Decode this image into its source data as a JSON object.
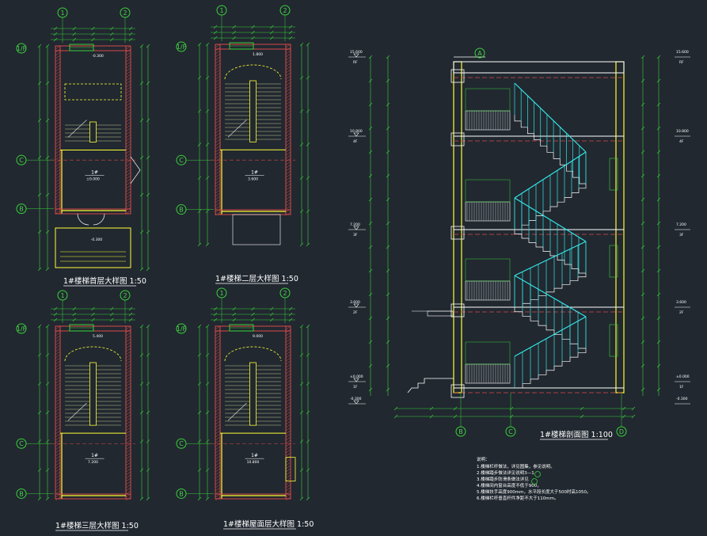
{
  "plans": [
    {
      "id": "p1",
      "title": "1#楼梯首层大样图",
      "scale": "1:50",
      "axis_top": [
        "1",
        "2"
      ],
      "axis_left": [
        "B",
        "C"
      ],
      "room": "1#",
      "elev": "±0.000",
      "elev_lower": "-0.300"
    },
    {
      "id": "p2",
      "title": "1#楼梯二层大样图",
      "scale": "1:50",
      "axis_top": [
        "1",
        "2"
      ],
      "axis_left": [
        "B",
        "C"
      ],
      "room": "1#",
      "elev": "3.600",
      "elev_lower": "1.800"
    },
    {
      "id": "p3",
      "title": "1#楼梯三层大样图",
      "scale": "1:50",
      "axis_top": [
        "1",
        "2"
      ],
      "axis_left": [
        "B",
        "C"
      ],
      "room": "1#",
      "elev": "7.200",
      "elev_lower": "5.400"
    },
    {
      "id": "p4",
      "title": "1#楼梯屋面层大样图",
      "scale": "1:50",
      "axis_top": [
        "1",
        "2"
      ],
      "axis_left": [
        "B",
        "C"
      ],
      "room": "1#",
      "elev": "10.800",
      "elev_lower": "9.000"
    }
  ],
  "section": {
    "title": "1#楼梯剖面图",
    "scale": "1:100",
    "axis_bottom": [
      "B",
      "C",
      "D"
    ],
    "levels": [
      "15.600",
      "10.800",
      "7.200",
      "3.600",
      "±0.000",
      "-0.300"
    ],
    "level_tags": [
      "RF",
      "4F",
      "3F",
      "2F",
      "1F"
    ]
  },
  "notes": {
    "heading": "说明：",
    "lines": [
      "1.楼梯栏杆做法，详见图集，参见说明。",
      "2.楼梯踏步做法详见说明3—1",
      "3.楼梯踏步防滑条做法详见",
      "4.楼梯间内窗台高度不低于900，",
      "5.楼梯扶手高度900mm，水平段长度大于500时高1050。",
      "6.楼梯栏杆垂直杆件净距不大于110mm。"
    ]
  },
  "colors": {
    "bg": "#212830",
    "wall": "#d84848",
    "yellow": "#ffff33",
    "green": "#39d239",
    "cyan": "#33e6e6",
    "white": "#ffffff",
    "hatch": "#c8c88c"
  }
}
